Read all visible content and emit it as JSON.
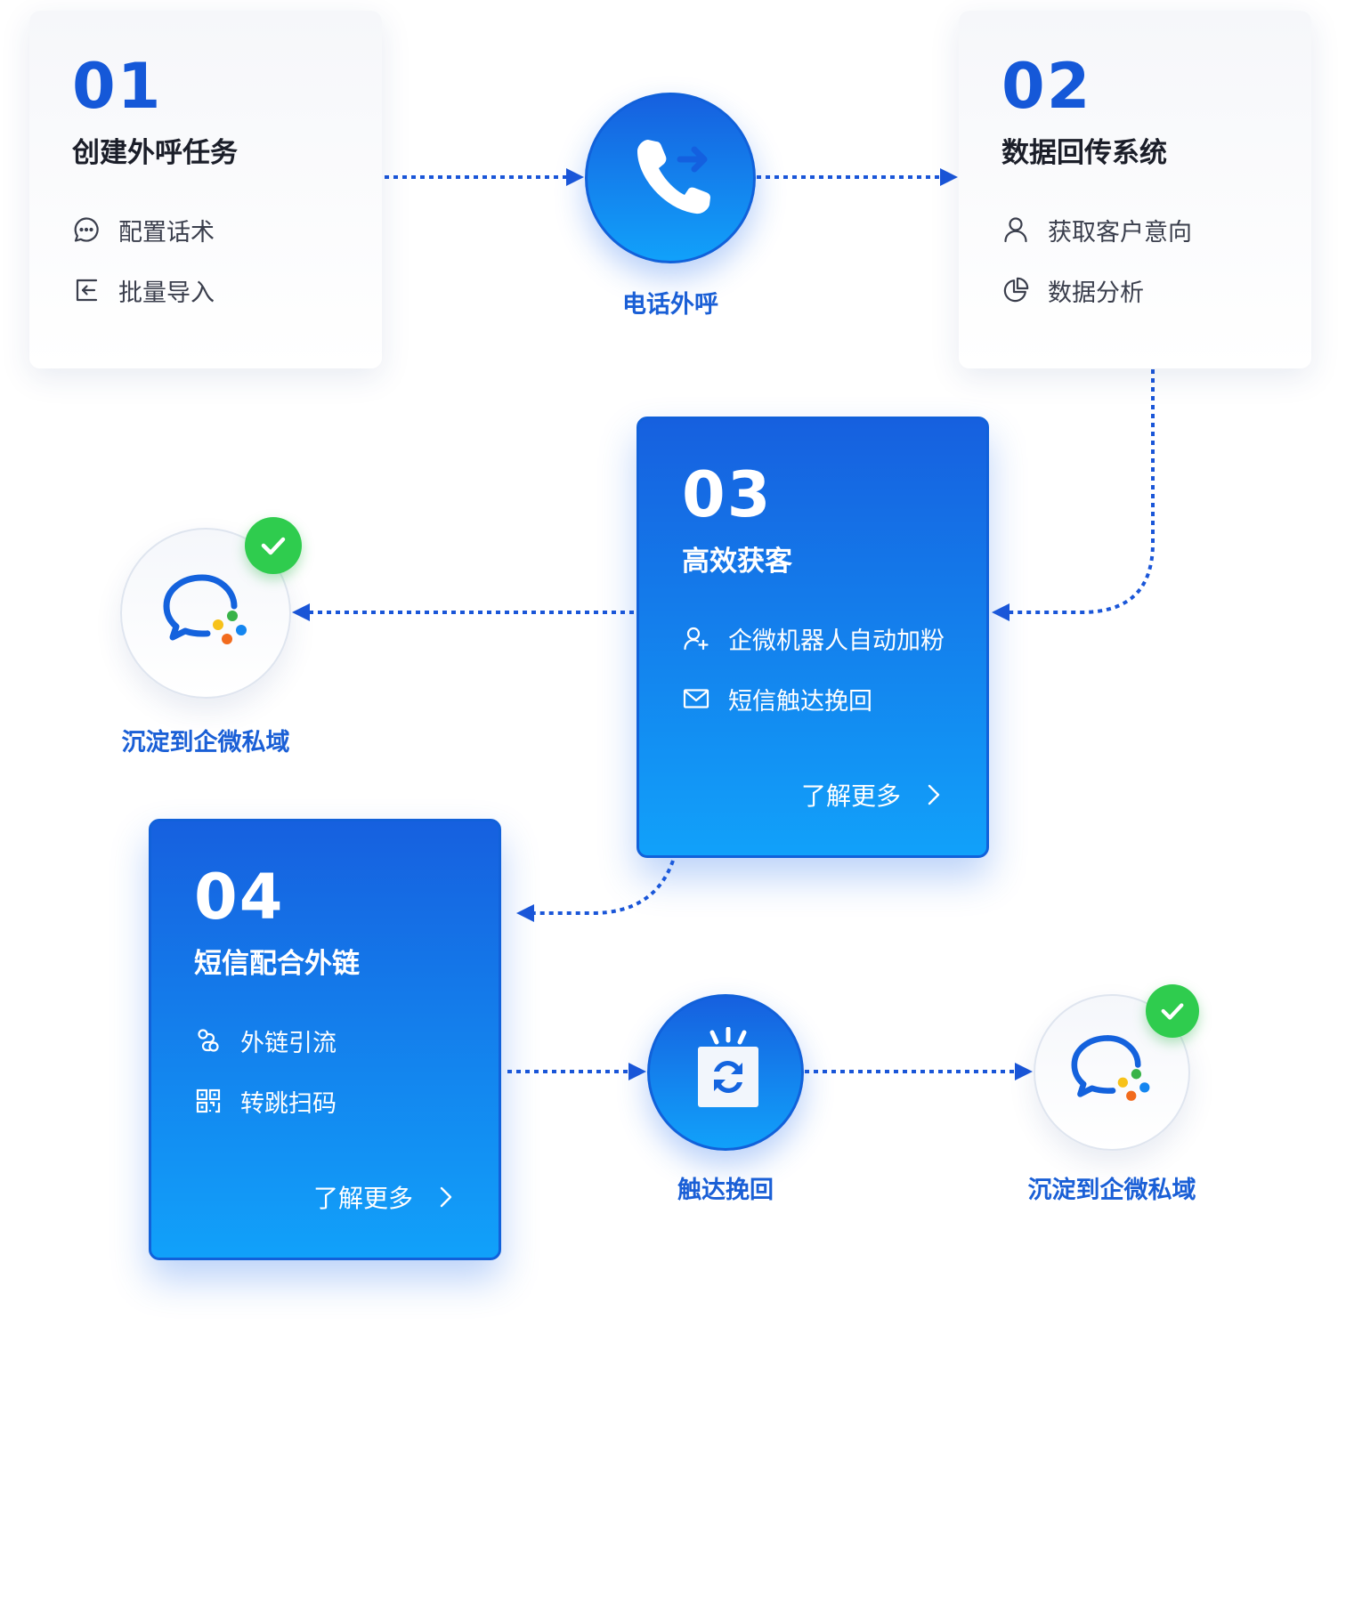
{
  "steps": [
    {
      "number": "01",
      "title": "创建外呼任务",
      "items": [
        {
          "icon": "chat-bubble-icon",
          "text": "配置话术"
        },
        {
          "icon": "import-icon",
          "text": "批量导入"
        }
      ]
    },
    {
      "number": "02",
      "title": "数据回传系统",
      "items": [
        {
          "icon": "user-icon",
          "text": "获取客户意向"
        },
        {
          "icon": "pie-chart-icon",
          "text": "数据分析"
        }
      ]
    },
    {
      "number": "03",
      "title": "高效获客",
      "items": [
        {
          "icon": "add-user-icon",
          "text": "企微机器人自动加粉"
        },
        {
          "icon": "mail-icon",
          "text": "短信触达挽回"
        }
      ],
      "more": "了解更多"
    },
    {
      "number": "04",
      "title": "短信配合外链",
      "items": [
        {
          "icon": "link-icon",
          "text": "外链引流"
        },
        {
          "icon": "qr-code-icon",
          "text": "转跳扫码"
        }
      ],
      "more": "了解更多"
    }
  ],
  "nodes": {
    "phone_call": {
      "label": "电话外呼",
      "icon": "phone-call-icon"
    },
    "private_domain_1": {
      "label": "沉淀到企微私域",
      "icon": "wecom-chat-icon"
    },
    "reach_back": {
      "label": "触达挽回",
      "icon": "message-sync-icon"
    },
    "private_domain_2": {
      "label": "沉淀到企微私域",
      "icon": "wecom-chat-icon"
    }
  },
  "colors": {
    "brand_blue": "#1558d8",
    "gradient_top": "#1660df",
    "gradient_bottom": "#11a1fa",
    "connector": "#1a56d8",
    "success_green": "#2fcc4e"
  }
}
